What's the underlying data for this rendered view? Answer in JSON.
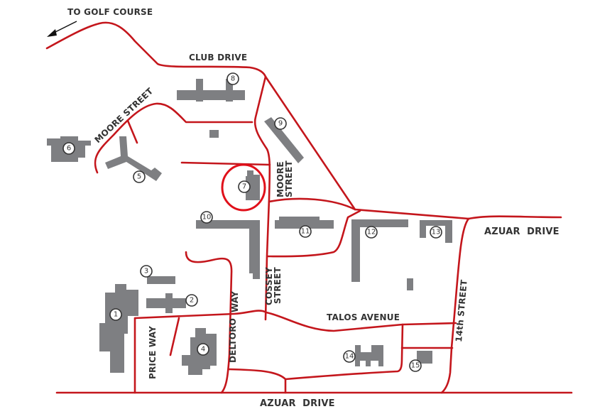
{
  "map": {
    "direction_label": "TO GOLF COURSE",
    "streets": {
      "club_drive": "CLUB DRIVE",
      "moore_street_west": "MOORE STREET",
      "moore_street_line1": "MOORE",
      "moore_street_line2": "STREET",
      "cossey_line1": "COSSEY",
      "cossey_line2": "STREET",
      "azuar_drive_east": "AZUAR  DRIVE",
      "azuar_drive_south": "AZUAR  DRIVE",
      "talos_avenue": "TALOS AVENUE",
      "deltoro_way": "DELTORO",
      "deltoro_way2": "WAY",
      "price_way": "PRICE WAY",
      "fourteenth_street": "14th STREET"
    },
    "buildings": [
      "1",
      "2",
      "3",
      "4",
      "5",
      "6",
      "7",
      "8",
      "9",
      "10",
      "11",
      "12",
      "13",
      "14",
      "15"
    ],
    "highlighted_building": "7",
    "colors": {
      "road": "#c4161c",
      "building": "#7e7f82",
      "highlight": "#e0101a"
    }
  }
}
